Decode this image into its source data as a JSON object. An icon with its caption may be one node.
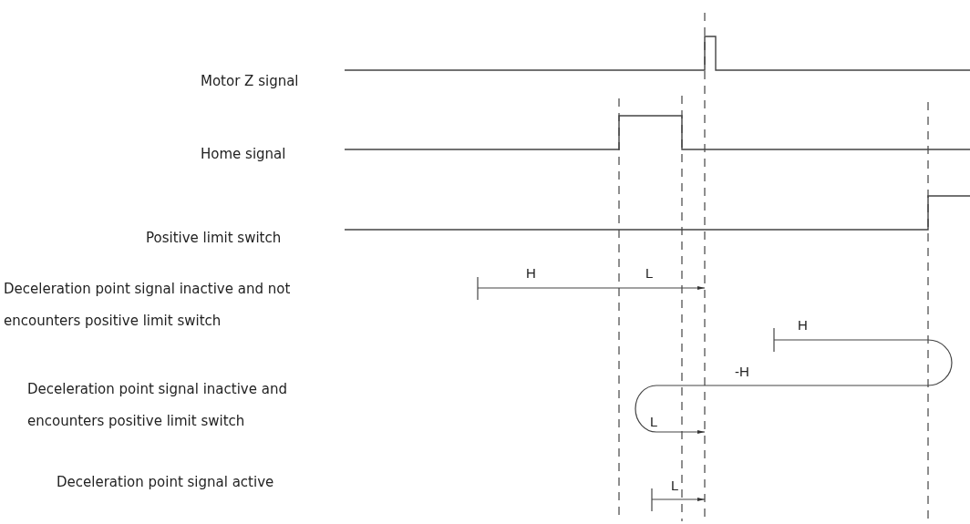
{
  "diagram": {
    "labels": [
      "Motor Z signal",
      "Home signal",
      "Positive limit switch",
      "H",
      "L",
      "Deceleration point signal inactive and not encounters positive limit switch",
      "H",
      "-H",
      "Deceleration point signal inactive and encounters positive limit switch",
      "L",
      "Deceleration point signal active",
      "L"
    ]
  }
}
